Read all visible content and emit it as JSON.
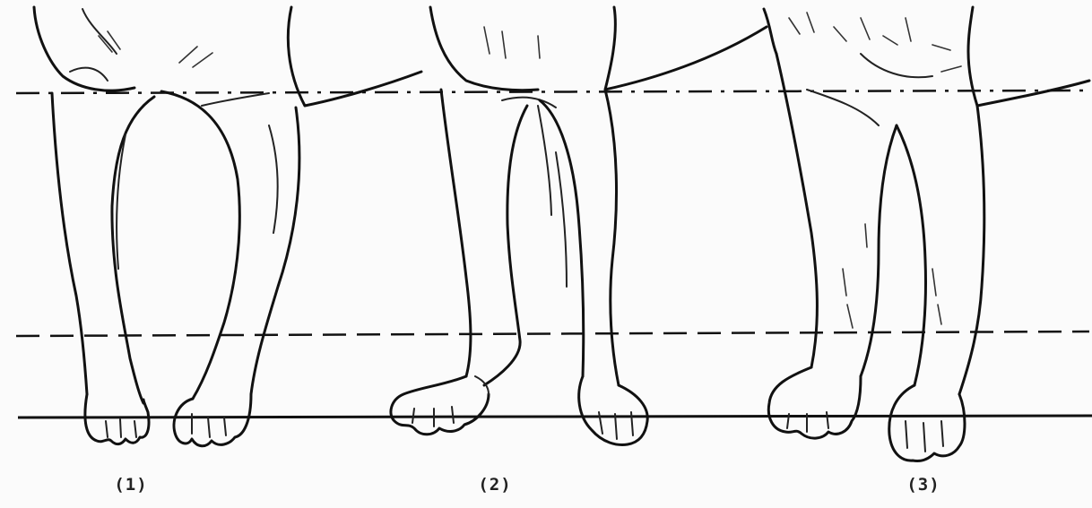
{
  "figure": {
    "panels": [
      {
        "id": "1",
        "label": "(1)"
      },
      {
        "id": "2",
        "label": "(2)"
      },
      {
        "id": "3",
        "label": "(3)"
      }
    ],
    "reference_lines": [
      "upper-dashed-line",
      "lower-dashed-line",
      "ground-line"
    ],
    "colors": {
      "ink": "#111111",
      "paper": "#fbfbfb"
    }
  }
}
